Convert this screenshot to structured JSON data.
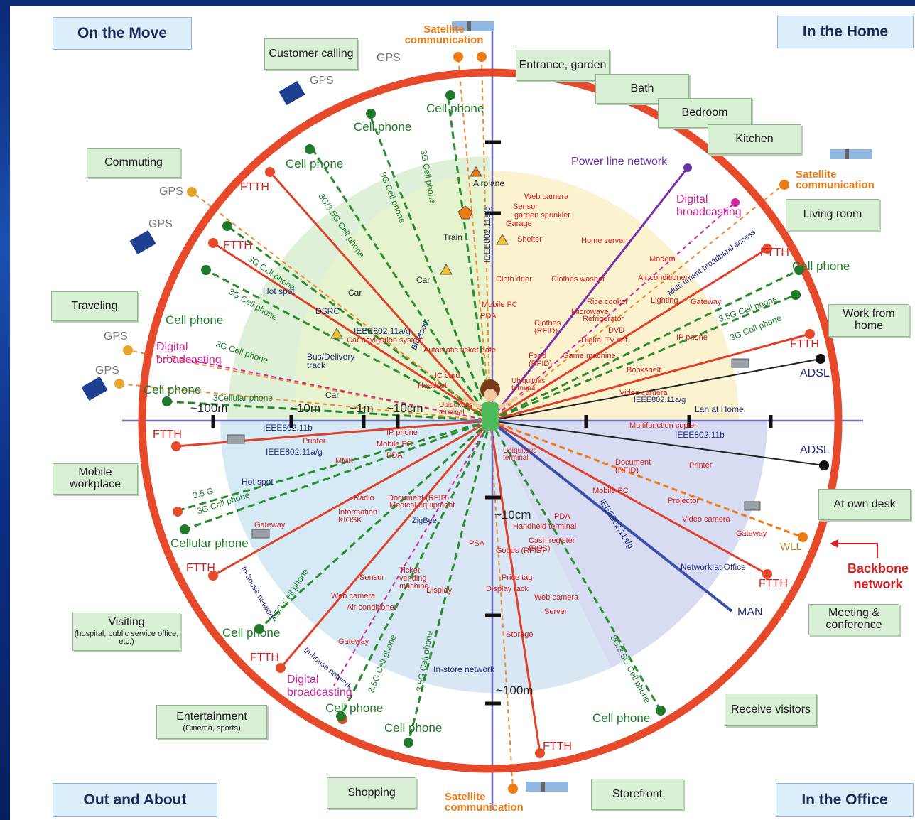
{
  "corners": {
    "top_left": "On the Move",
    "top_right": "In the Home",
    "bottom_left": "Out and About",
    "bottom_right": "In the Office"
  },
  "scenes": {
    "customer_calling": "Customer calling",
    "entrance_garden": "Entrance, garden",
    "bath": "Bath",
    "bedroom": "Bedroom",
    "kitchen": "Kitchen",
    "commuting": "Commuting",
    "living_room": "Living room",
    "traveling": "Traveling",
    "work_from_home": "Work from home",
    "mobile_workplace": "Mobile workplace",
    "at_own_desk": "At own desk",
    "meeting": "Meeting & conference",
    "visiting": "Visiting",
    "visiting_sub": "(hospital, public service office, etc.)",
    "entertainment": "Entertainment",
    "entertainment_sub": "(Cinema, sports)",
    "receive_visitors": "Receive visitors",
    "shopping": "Shopping",
    "storefront": "Storefront"
  },
  "outer": {
    "satellite_top": "Satellite communication",
    "satellite_right": "Satellite communication",
    "satellite_bottom": "Satellite communication",
    "gps1": "GPS",
    "gps2": "GPS",
    "gps3": "GPS",
    "gps4": "GPS",
    "gps5": "GPS",
    "gps6": "GPS",
    "power_line": "Power line network",
    "digital_broadcasting_home": "Digital broadcasting",
    "digital_broadcasting_left": "Digital broadcasting",
    "digital_broadcasting_bottom": "Digital broadcasting",
    "backbone": "Backbone network",
    "wll": "WLL",
    "man": "MAN",
    "adsl1": "ADSL",
    "adsl2": "ADSL"
  },
  "ring_labels": {
    "cell1": "Cell phone",
    "cell2": "Cell phone",
    "cell3": "Cell phone",
    "cell4": "Cell phone",
    "cell5": "Cell phone",
    "cell6": "Cell phone",
    "cell7": "Cell phone",
    "cell8": "Cell phone",
    "cell9": "Cell phone",
    "cell10": "Cell phone",
    "cellular": "Cellular phone",
    "ftth1": "FTTH",
    "ftth2": "FTTH",
    "ftth3": "FTTH",
    "ftth4": "FTTH",
    "ftth5": "FTTH",
    "ftth6": "FTTH",
    "ftth7": "FTTH",
    "ftth8": "FTTH",
    "ftth9": "FTTH"
  },
  "axis": {
    "m100": "~100m",
    "m10": "~10m",
    "m1": "~1m",
    "cm10": "~10cm",
    "cm10_low": "~10cm",
    "m100_low": "~100m"
  },
  "inner_labels": {
    "airplane": "Airplane",
    "train": "Train",
    "car1": "Car",
    "car2": "Car",
    "car3": "Car",
    "bus": "Bus/Delivery track",
    "dsrc": "DSRC",
    "hotspot1": "Hot spot",
    "hotspot2": "Hot spot",
    "ieee1": "IEEE802.11a/g",
    "ieee2": "IEEE802.11b",
    "ieee3": "IEEE802.11a/g",
    "ieee_office": "IEEE802.11b",
    "ieee_lan": "IEEE802.11a/g",
    "lan_home": "Lan at Home",
    "network_office": "Network at Office",
    "instore": "In-store network",
    "inhouse1": "In-house network",
    "inhouse2": "In-house network",
    "car_nav": "Car navigation system",
    "ticket_gate": "Automatic ticket gate",
    "ic_card": "IC card",
    "headset": "Headset",
    "ubiq1": "Ubiquitous terminal",
    "ubiq2": "Ubiquitous terminal",
    "ubiq3": "Ubiquitous terminal",
    "web_camera": "Web camera",
    "sensor": "Sensor",
    "garden_sprinkler": "garden sprinkler",
    "garage": "Garage",
    "shelter": "Shelter",
    "home_server": "Home server",
    "modem": "Modem",
    "air_cond": "Air conditioner",
    "lighting": "Lighting",
    "gateway": "Gateway",
    "ip_phone": "IP phone",
    "mobile_pc": "Mobile PC",
    "pda": "PDA",
    "printer": "Printer",
    "mmk": "MMK",
    "kiosk": "KIOSK",
    "zigbee": "ZigBee",
    "cash_register": "Cash register (POS)",
    "price_tag": "Price tag",
    "display_rack": "Display rack",
    "storage": "Storage",
    "server": "Server",
    "projector": "Projector",
    "video_camera": "Video camera",
    "multifunction": "Multifunction copier",
    "document_rfid": "Document (RFID)",
    "medical": "Medical equipment",
    "digital_tv": "Digital TV set",
    "dvd": "DVD",
    "rice_cooker": "Rice cooker",
    "refrigerator": "Refrigerator",
    "microwave": "Microwave",
    "cloth_drier": "Cloth drier",
    "clothes_washer": "Clothes washer",
    "game_machine": "Game machine",
    "bookshelf": "Bookshelf",
    "food_rfid": "Food (RFID)",
    "clothes_rfid": "Clothes (RFID)",
    "psa": "PSA",
    "display": "Display",
    "ticket_vending": "Ticket-vending machine",
    "info_kiosk": "Information KIOSK",
    "radio": "Radio",
    "handheld": "Handheld terminal",
    "goods_rfid": "Goods (RFID)"
  },
  "spokes": {
    "g3cell1": "3G Cell phone",
    "g3cell2": "3G Cell phone",
    "g35cell": "3G/3.5G Cell phone",
    "g3cell3": "3G Cell phone",
    "g3cell4": "3G Cell phone",
    "g3cell5": "3G Cell phone",
    "g3cellular": "3Cellular phone",
    "g35a": "3.5G Cell phone",
    "g3cell6": "3G Cell phone",
    "multi": "Multi tenant broadband access",
    "g35home": "3.5G Cell phone",
    "g3home": "3G Cell phone",
    "ieee_vert": "IEEE802.11a/g",
    "g3vert": "3G Cell phone",
    "g35mob": "3.5 G",
    "g3mob": "3G Cell phone",
    "g35vis": "3.5G Cell phone",
    "g35shop": "3.5G Cell phone",
    "g3shop": "3.5G Cell phone",
    "g3bottom": "3G Cell phone",
    "g35bottom": "3G/3.5G Cell phone",
    "ieee_off": "IEEE802.11a/g",
    "bluetooth": "Bluetooth"
  }
}
